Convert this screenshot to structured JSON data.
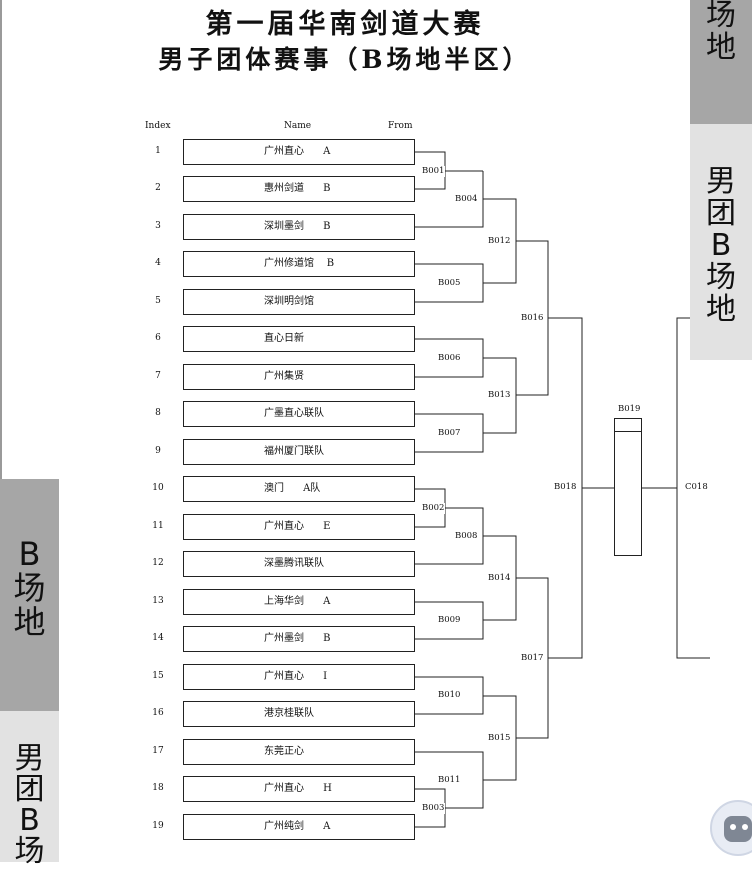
{
  "title_line1": "第一届华南剑道大赛",
  "title_line2": "男子团体赛事（B场地半区）",
  "headers": {
    "index": "Index",
    "name": "Name",
    "from": "From"
  },
  "teams": [
    {
      "index": "1",
      "name": "广州直心      A"
    },
    {
      "index": "2",
      "name": "惠州剑道      B"
    },
    {
      "index": "3",
      "name": "深圳墨剑      B"
    },
    {
      "index": "4",
      "name": "广州修道馆    B"
    },
    {
      "index": "5",
      "name": "深圳明剑馆"
    },
    {
      "index": "6",
      "name": "直心日新"
    },
    {
      "index": "7",
      "name": "广州集贤"
    },
    {
      "index": "8",
      "name": "广墨直心联队"
    },
    {
      "index": "9",
      "name": "福州厦门联队"
    },
    {
      "index": "10",
      "name": "澳门      A队"
    },
    {
      "index": "11",
      "name": "广州直心      E"
    },
    {
      "index": "12",
      "name": "深墨腾讯联队"
    },
    {
      "index": "13",
      "name": "上海华剑      A"
    },
    {
      "index": "14",
      "name": "广州墨剑      B"
    },
    {
      "index": "15",
      "name": "广州直心      I"
    },
    {
      "index": "16",
      "name": "港京桂联队"
    },
    {
      "index": "17",
      "name": "东莞正心"
    },
    {
      "index": "18",
      "name": "广州直心      H"
    },
    {
      "index": "19",
      "name": "广州纯剑      A"
    }
  ],
  "matches": {
    "B001": "B001",
    "B002": "B002",
    "B003": "B003",
    "B004": "B004",
    "B005": "B005",
    "B006": "B006",
    "B007": "B007",
    "B008": "B008",
    "B009": "B009",
    "B010": "B010",
    "B011": "B011",
    "B012": "B012",
    "B013": "B013",
    "B014": "B014",
    "B015": "B015",
    "B016": "B016",
    "B017": "B017",
    "B018": "B018",
    "B019": "B019",
    "C018": "C018"
  },
  "side_tabs": {
    "left_top": "B\n场\n地",
    "left_bottom": "男\n团\nB\n场",
    "right_top": "场\n地",
    "right_main": "男\n团\nB\n场\n地"
  }
}
